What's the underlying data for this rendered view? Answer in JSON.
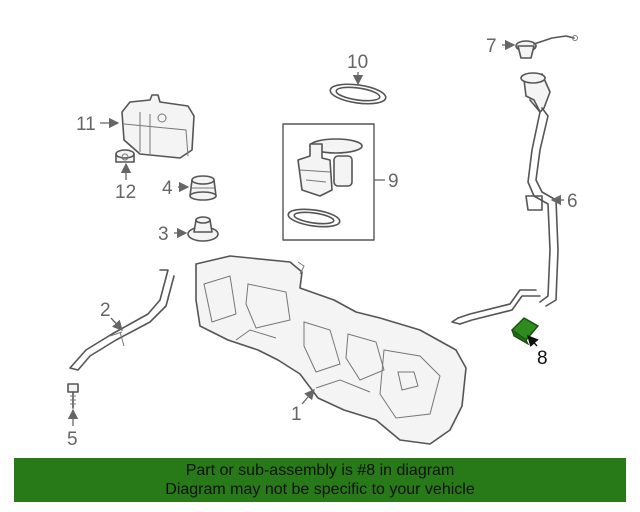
{
  "callouts": {
    "c1": "1",
    "c2": "2",
    "c3": "3",
    "c4": "4",
    "c5": "5",
    "c6": "6",
    "c7": "7",
    "c8": "8",
    "c9": "9",
    "c10": "10",
    "c11": "11",
    "c12": "12"
  },
  "highlight": {
    "part": "8",
    "color": "#2e8b1e"
  },
  "banner": {
    "line1": "Part or sub-assembly is #8 in diagram",
    "line2": "Diagram may not be specific to your vehicle",
    "color": "#287a18"
  }
}
